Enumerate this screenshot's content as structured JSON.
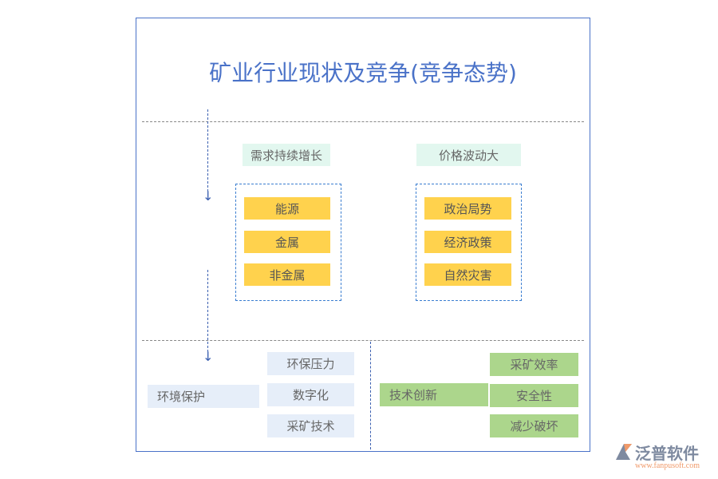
{
  "title": "矿业行业现状及竞争(竞争态势)",
  "top": {
    "left": {
      "header": "需求持续增长",
      "items": [
        "能源",
        "金属",
        "非金属"
      ]
    },
    "right": {
      "header": "价格波动大",
      "items": [
        "政治局势",
        "经济政策",
        "自然灾害"
      ]
    }
  },
  "bottom": {
    "left": {
      "root": "环境保护",
      "items": [
        "环保压力",
        "数字化",
        "采矿技术"
      ]
    },
    "right": {
      "root": "技术创新",
      "items": [
        "采矿效率",
        "安全性",
        "减少破坏"
      ]
    }
  },
  "logo": {
    "name": "泛普软件",
    "url": "www.fanpusoft.com"
  },
  "colors": {
    "title": "#4a72c8",
    "yellow": "#ffd24d",
    "green": "#acd68c",
    "mint": "#e2f7ef",
    "lightblue": "#e6eef9"
  }
}
